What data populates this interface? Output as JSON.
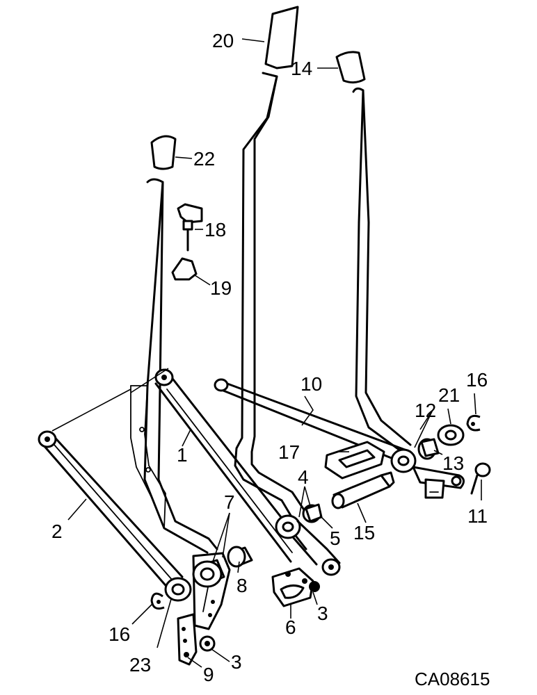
{
  "labels": {
    "l1": "1",
    "l2": "2",
    "l3a": "3",
    "l3b": "3",
    "l4": "4",
    "l5": "5",
    "l6": "6",
    "l7": "7",
    "l8": "8",
    "l9": "9",
    "l10": "10",
    "l11": "11",
    "l12": "12",
    "l13": "13",
    "l14": "14",
    "l15": "15",
    "l16a": "16",
    "l16b": "16",
    "l17": "17",
    "l18": "18",
    "l19": "19",
    "l20": "20",
    "l21": "21",
    "l22": "22",
    "l23": "23"
  },
  "code": "CA08615"
}
